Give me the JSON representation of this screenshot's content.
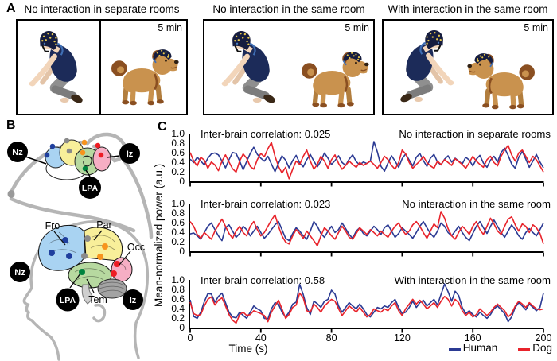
{
  "figure": {
    "panel_a": {
      "label": "A",
      "duration_label": "5 min",
      "conditions": [
        {
          "title": "No interaction in separate rooms"
        },
        {
          "title": "No interaction in the same room"
        },
        {
          "title": "With interaction in the same room"
        }
      ]
    },
    "panel_b": {
      "label": "B",
      "dog_head": {
        "nz": "Nz",
        "iz": "Iz",
        "lpa": "LPA"
      },
      "human_head": {
        "nz": "Nz",
        "iz": "Iz",
        "lpa": "LPA",
        "fro": "Fro",
        "par": "Par",
        "occ": "Occ",
        "tem": "Tem"
      }
    },
    "panel_c": {
      "label": "C",
      "ylabel": "Mean-normalized power (a.u.)",
      "xlabel": "Time (s)",
      "legend": [
        {
          "label": "Human",
          "color": "#2b3a93"
        },
        {
          "label": "Dog",
          "color": "#e8232b"
        }
      ]
    },
    "colors": {
      "human_trace": "#2b3a93",
      "dog_trace": "#e8232b",
      "region_frontal": "#a9d3f2",
      "region_parietal": "#f8ef9a",
      "region_temporal": "#b7d9a0",
      "region_occipital": "#f6aec4"
    }
  },
  "chart_data": [
    {
      "type": "line",
      "title": "Inter-brain correlation: 0.025",
      "condition": "No interaction in separate rooms",
      "xlabel": "Time (s)",
      "ylabel": "Mean-normalized power (a.u.)",
      "xlim": [
        0,
        200
      ],
      "ylim": [
        0,
        1.0
      ],
      "x_step": 2,
      "xticks": [
        0,
        40,
        80,
        120,
        160,
        200
      ],
      "yticks": [
        "1.0",
        "0.8",
        "0.6",
        "0.4",
        "0.2",
        "0"
      ],
      "xtick_labels_visible": false,
      "series": [
        {
          "name": "Human",
          "color": "#2b3a93",
          "values": [
            0.48,
            0.41,
            0.52,
            0.44,
            0.36,
            0.5,
            0.59,
            0.61,
            0.57,
            0.44,
            0.3,
            0.47,
            0.62,
            0.6,
            0.44,
            0.26,
            0.43,
            0.6,
            0.73,
            0.58,
            0.5,
            0.44,
            0.54,
            0.38,
            0.22,
            0.39,
            0.55,
            0.46,
            0.3,
            0.45,
            0.56,
            0.4,
            0.32,
            0.47,
            0.58,
            0.44,
            0.32,
            0.44,
            0.61,
            0.5,
            0.37,
            0.45,
            0.55,
            0.41,
            0.35,
            0.48,
            0.57,
            0.43,
            0.36,
            0.42,
            0.39,
            0.44,
            0.85,
            0.63,
            0.33,
            0.23,
            0.4,
            0.55,
            0.44,
            0.31,
            0.49,
            0.59,
            0.46,
            0.34,
            0.52,
            0.6,
            0.45,
            0.33,
            0.5,
            0.58,
            0.42,
            0.36,
            0.48,
            0.55,
            0.42,
            0.5,
            0.44,
            0.38,
            0.52,
            0.46,
            0.34,
            0.48,
            0.56,
            0.4,
            0.31,
            0.46,
            0.54,
            0.42,
            0.62,
            0.71,
            0.56,
            0.38,
            0.29,
            0.52,
            0.64,
            0.48,
            0.31,
            0.44,
            0.58,
            0.42,
            0.3
          ]
        },
        {
          "name": "Dog",
          "color": "#e8232b",
          "values": [
            0.62,
            0.44,
            0.34,
            0.52,
            0.46,
            0.29,
            0.42,
            0.36,
            0.24,
            0.44,
            0.57,
            0.42,
            0.28,
            0.21,
            0.44,
            0.59,
            0.5,
            0.33,
            0.27,
            0.47,
            0.6,
            0.53,
            0.7,
            0.83,
            0.54,
            0.33,
            0.19,
            0.31,
            0.07,
            0.27,
            0.44,
            0.37,
            0.54,
            0.67,
            0.44,
            0.27,
            0.37,
            0.54,
            0.44,
            0.29,
            0.47,
            0.57,
            0.39,
            0.27,
            0.35,
            0.44,
            0.37,
            0.31,
            0.41,
            0.35,
            0.39,
            0.44,
            0.37,
            0.29,
            0.41,
            0.54,
            0.47,
            0.35,
            0.27,
            0.41,
            0.67,
            0.59,
            0.41,
            0.29,
            0.37,
            0.44,
            0.54,
            0.41,
            0.34,
            0.29,
            0.44,
            0.37,
            0.47,
            0.41,
            0.35,
            0.49,
            0.43,
            0.37,
            0.29,
            0.41,
            0.54,
            0.44,
            0.37,
            0.31,
            0.47,
            0.54,
            0.41,
            0.34,
            0.54,
            0.67,
            0.77,
            0.57,
            0.44,
            0.61,
            0.67,
            0.54,
            0.41,
            0.54,
            0.47,
            0.34,
            0.21
          ]
        }
      ]
    },
    {
      "type": "line",
      "title": "Inter-brain correlation: 0.023",
      "condition": "No interaction in the same room",
      "xlabel": "Time (s)",
      "ylabel": "Mean-normalized power (a.u.)",
      "xlim": [
        0,
        200
      ],
      "ylim": [
        0,
        1.0
      ],
      "x_step": 2,
      "xticks": [
        0,
        40,
        80,
        120,
        160,
        200
      ],
      "yticks": [
        "1.0",
        "0.8",
        "0.6",
        "0.4",
        "0.2",
        "0"
      ],
      "xtick_labels_visible": false,
      "series": [
        {
          "name": "Human",
          "color": "#2b3a93",
          "values": [
            0.38,
            0.4,
            0.34,
            0.27,
            0.41,
            0.54,
            0.61,
            0.47,
            0.34,
            0.24,
            0.51,
            0.57,
            0.44,
            0.31,
            0.39,
            0.54,
            0.47,
            0.34,
            0.44,
            0.54,
            0.41,
            0.29,
            0.37,
            0.47,
            0.57,
            0.64,
            0.47,
            0.29,
            0.24,
            0.39,
            0.51,
            0.44,
            0.34,
            0.27,
            0.44,
            0.64,
            0.54,
            0.39,
            0.31,
            0.44,
            0.54,
            0.41,
            0.47,
            0.61,
            0.49,
            0.37,
            0.29,
            0.44,
            0.51,
            0.39,
            0.34,
            0.44,
            0.54,
            0.47,
            0.37,
            0.51,
            0.57,
            0.44,
            0.31,
            0.39,
            0.51,
            0.44,
            0.37,
            0.29,
            0.41,
            0.54,
            0.64,
            0.51,
            0.39,
            0.31,
            0.44,
            0.61,
            0.54,
            0.41,
            0.34,
            0.44,
            0.54,
            0.41,
            0.31,
            0.24,
            0.39,
            0.54,
            0.64,
            0.51,
            0.39,
            0.54,
            0.67,
            0.54,
            0.41,
            0.31,
            0.44,
            0.57,
            0.47,
            0.34,
            0.27,
            0.41,
            0.49,
            0.41,
            0.34,
            0.47,
            0.61
          ]
        },
        {
          "name": "Dog",
          "color": "#e8232b",
          "values": [
            0.64,
            0.54,
            0.37,
            0.29,
            0.41,
            0.34,
            0.27,
            0.44,
            0.57,
            0.69,
            0.54,
            0.39,
            0.29,
            0.44,
            0.54,
            0.41,
            0.34,
            0.54,
            0.64,
            0.47,
            0.34,
            0.41,
            0.54,
            0.67,
            0.78,
            0.54,
            0.34,
            0.21,
            0.17,
            0.34,
            0.47,
            0.39,
            0.29,
            0.44,
            0.34,
            0.24,
            0.13,
            0.34,
            0.51,
            0.44,
            0.34,
            0.27,
            0.41,
            0.54,
            0.44,
            0.31,
            0.27,
            0.39,
            0.51,
            0.44,
            0.37,
            0.47,
            0.41,
            0.34,
            0.44,
            0.37,
            0.31,
            0.44,
            0.54,
            0.61,
            0.47,
            0.37,
            0.44,
            0.57,
            0.64,
            0.54,
            0.41,
            0.29,
            0.44,
            0.59,
            0.51,
            0.85,
            0.71,
            0.49,
            0.34,
            0.27,
            0.41,
            0.54,
            0.47,
            0.37,
            0.54,
            0.64,
            0.47,
            0.37,
            0.54,
            0.71,
            0.59,
            0.44,
            0.37,
            0.54,
            0.69,
            0.74,
            0.57,
            0.44,
            0.59,
            0.54,
            0.41,
            0.57,
            0.51,
            0.39,
            0.17
          ]
        }
      ]
    },
    {
      "type": "line",
      "title": "Inter-brain correlation: 0.58",
      "condition": "With interaction in the same room",
      "xlabel": "Time (s)",
      "ylabel": "Mean-normalized power (a.u.)",
      "xlim": [
        0,
        200
      ],
      "ylim": [
        0,
        1.0
      ],
      "x_step": 2,
      "xticks": [
        0,
        40,
        80,
        120,
        160,
        200
      ],
      "yticks": [
        "1.0",
        "0.8",
        "0.6",
        "0.4",
        "0.2",
        "0"
      ],
      "xtick_labels_visible": true,
      "series": [
        {
          "name": "Human",
          "color": "#2b3a93",
          "values": [
            0.6,
            0.25,
            0.21,
            0.34,
            0.56,
            0.73,
            0.72,
            0.55,
            0.67,
            0.74,
            0.54,
            0.34,
            0.24,
            0.22,
            0.34,
            0.27,
            0.21,
            0.34,
            0.47,
            0.41,
            0.37,
            0.21,
            0.2,
            0.41,
            0.54,
            0.51,
            0.34,
            0.24,
            0.34,
            0.51,
            0.55,
            0.92,
            0.71,
            0.44,
            0.29,
            0.57,
            0.52,
            0.44,
            0.57,
            0.61,
            0.8,
            0.72,
            0.47,
            0.34,
            0.44,
            0.54,
            0.47,
            0.41,
            0.51,
            0.41,
            0.29,
            0.24,
            0.34,
            0.44,
            0.41,
            0.47,
            0.44,
            0.54,
            0.61,
            0.44,
            0.31,
            0.34,
            0.44,
            0.57,
            0.44,
            0.54,
            0.59,
            0.47,
            0.54,
            0.61,
            0.49,
            0.71,
            0.93,
            0.77,
            0.57,
            0.78,
            0.69,
            0.44,
            0.31,
            0.37,
            0.29,
            0.24,
            0.34,
            0.27,
            0.21,
            0.29,
            0.41,
            0.47,
            0.39,
            0.31,
            0.14,
            0.24,
            0.44,
            0.54,
            0.47,
            0.39,
            0.51,
            0.44,
            0.37,
            0.44,
            0.74
          ]
        },
        {
          "name": "Dog",
          "color": "#e8232b",
          "values": [
            0.55,
            0.31,
            0.27,
            0.29,
            0.47,
            0.61,
            0.66,
            0.49,
            0.59,
            0.64,
            0.47,
            0.29,
            0.17,
            0.11,
            0.29,
            0.34,
            0.27,
            0.29,
            0.37,
            0.34,
            0.31,
            0.27,
            0.14,
            0.34,
            0.47,
            0.59,
            0.41,
            0.21,
            0.29,
            0.44,
            0.49,
            0.74,
            0.64,
            0.37,
            0.34,
            0.51,
            0.44,
            0.34,
            0.47,
            0.54,
            0.61,
            0.57,
            0.41,
            0.27,
            0.37,
            0.47,
            0.41,
            0.34,
            0.44,
            0.34,
            0.24,
            0.29,
            0.41,
            0.37,
            0.34,
            0.41,
            0.37,
            0.47,
            0.54,
            0.37,
            0.27,
            0.41,
            0.51,
            0.61,
            0.51,
            0.59,
            0.51,
            0.41,
            0.47,
            0.54,
            0.44,
            0.57,
            0.67,
            0.61,
            0.47,
            0.61,
            0.54,
            0.37,
            0.27,
            0.34,
            0.24,
            0.29,
            0.41,
            0.34,
            0.27,
            0.34,
            0.44,
            0.51,
            0.44,
            0.37,
            0.24,
            0.31,
            0.47,
            0.57,
            0.51,
            0.44,
            0.54,
            0.47,
            0.41,
            0.39,
            0.41
          ]
        }
      ]
    }
  ]
}
